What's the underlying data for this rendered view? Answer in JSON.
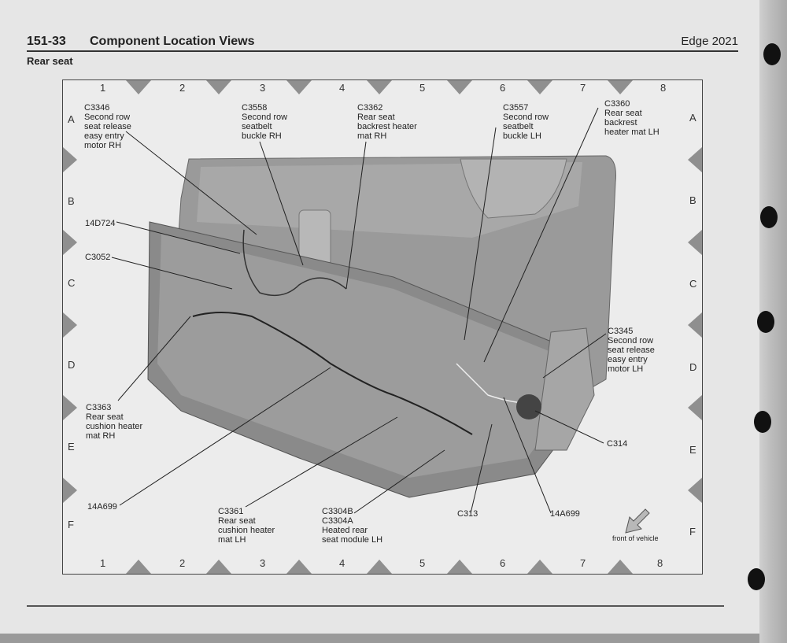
{
  "header": {
    "page_number": "151-33",
    "section_title": "Component Location Views",
    "model": "Edge 2021"
  },
  "subtitle": "Rear seat",
  "grid": {
    "columns": [
      "1",
      "2",
      "3",
      "4",
      "5",
      "6",
      "7",
      "8"
    ],
    "rows": [
      "A",
      "B",
      "C",
      "D",
      "E",
      "F"
    ]
  },
  "callouts": {
    "c3346": "C3346\nSecond row\nseat release\neasy entry\nmotor RH",
    "c3558": "C3558\nSecond row\nseatbelt\nbuckle RH",
    "c3362": "C3362\nRear seat\nbackrest heater\nmat RH",
    "c3557": "C3557\nSecond row\nseatbelt\nbuckle LH",
    "c3360": "C3360\nRear seat\nbackrest\nheater mat LH",
    "n14d724": "14D724",
    "c3052": "C3052",
    "c3345": "C3345\nSecond row\nseat release\neasy entry\nmotor LH",
    "c3363": "C3363\nRear seat\ncushion heater\nmat RH",
    "c314": "C314",
    "n14a699_left": "14A699",
    "c3361": "C3361\nRear seat\ncushion heater\nmat LH",
    "c3304": "C3304B\nC3304A\nHeated rear\nseat module LH",
    "c313": "C313",
    "n14a699_right": "14A699"
  },
  "front_of_vehicle": "front of vehicle",
  "colors": {
    "page": "#e6e6e6",
    "seat": "#8e8e8e",
    "ink": "#222222"
  }
}
